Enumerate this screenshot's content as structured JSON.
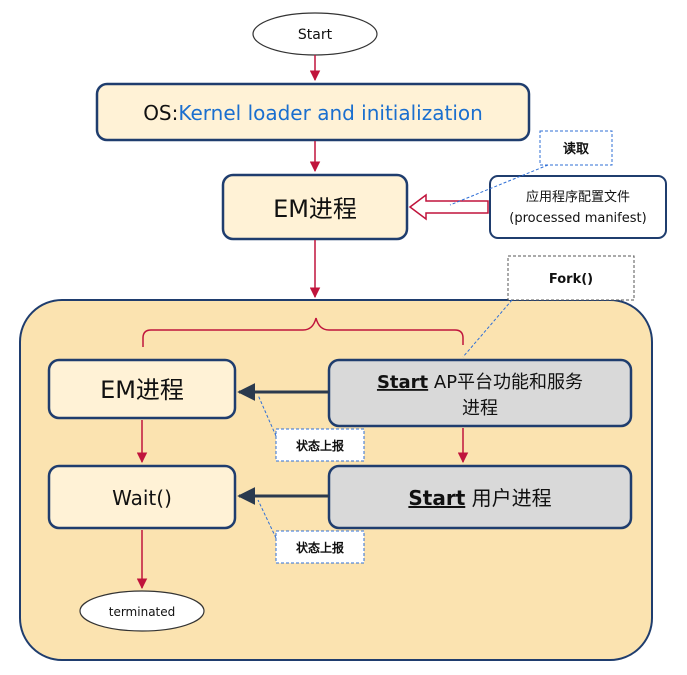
{
  "nodes": {
    "start": "Start",
    "os_prefix": "OS:",
    "os_rest": "Kernel loader and initialization",
    "em_top": "EM进程",
    "manifest_line1": "应用程序配置文件",
    "manifest_line2": "(processed manifest)",
    "read_note": "读取",
    "fork_note": "Fork()",
    "em_inner": "EM进程",
    "start_ap_bold": "Start",
    "start_ap_line1": " AP平台功能和服务",
    "start_ap_line2": "进程",
    "status1": "状态上报",
    "wait": "Wait()",
    "start_user_bold": "Start",
    "start_user_rest": " 用户进程",
    "status2": "状态上报",
    "terminated": "terminated"
  },
  "colors": {
    "accent_blue": "#1f3d6e",
    "flow_red": "#c0143c",
    "container_fill": "#fbe3b0",
    "box_fill": "#fff2d6",
    "gray_fill": "#d9d9d9",
    "note_blue": "#2f6fd6",
    "os_text_blue": "#1a6fcf"
  }
}
